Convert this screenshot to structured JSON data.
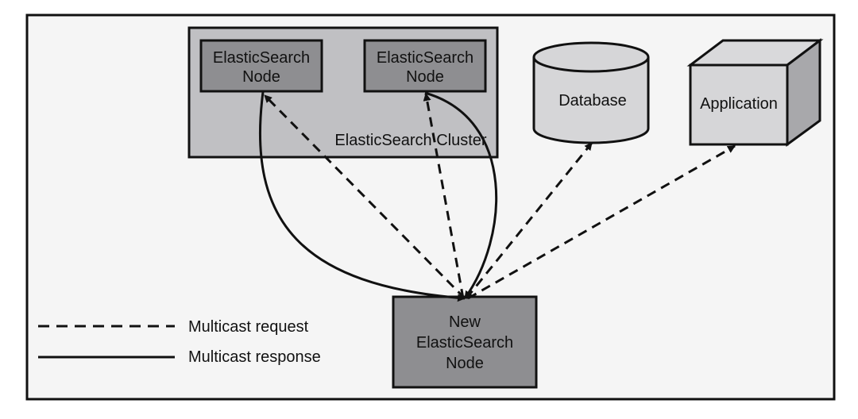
{
  "cluster": {
    "label": "ElasticSearch Cluster"
  },
  "nodes": {
    "node_1": {
      "line1": "ElasticSearch",
      "line2": "Node"
    },
    "node_2": {
      "line1": "ElasticSearch",
      "line2": "Node"
    },
    "new_node": {
      "line1": "New",
      "line2": "ElasticSearch",
      "line3": "Node"
    }
  },
  "database": {
    "label": "Database"
  },
  "application": {
    "label": "Application"
  },
  "legend": {
    "request": "Multicast request",
    "response": "Multicast response"
  },
  "colors": {
    "background": "#f5f5f5",
    "cluster_fill": "#c0c0c3",
    "node_fill": "#8e8e91",
    "shape_fill": "#d6d6d8",
    "cube_top": "#d9d9db",
    "cube_side": "#a8a8ab",
    "stroke": "#111111"
  }
}
